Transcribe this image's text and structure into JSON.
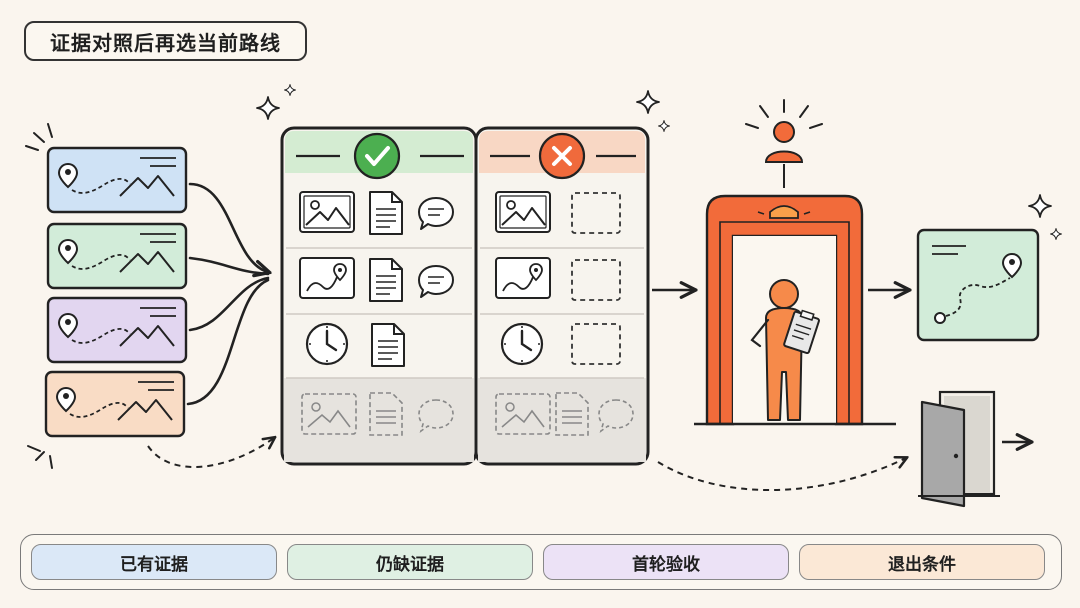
{
  "title": "证据对照后再选当前路线",
  "legend": [
    {
      "label": "已有证据",
      "color": "#dbe8f7"
    },
    {
      "label": "仍缺证据",
      "color": "#dff0e3"
    },
    {
      "label": "首轮验收",
      "color": "#ece2f6"
    },
    {
      "label": "退出条件",
      "color": "#fbe8d6"
    }
  ],
  "colors": {
    "route_blue": "#cfe2f5",
    "route_green": "#d2ecd9",
    "route_purple": "#e2d6f0",
    "route_orange": "#f9dcc5",
    "check_green": "#4caf50",
    "cross_orange": "#f06a3c",
    "gate_orange": "#f26b3a",
    "person_orange": "#f68a4a"
  },
  "icons": [
    "route-map-icon",
    "check-icon",
    "cross-icon",
    "image-icon",
    "document-icon",
    "chat-bubble-icon",
    "map-pin-icon",
    "clock-icon",
    "empty-slot-icon",
    "gate-icon",
    "alarm-light-icon",
    "person-icon",
    "inspector-icon",
    "clipboard-icon",
    "door-icon",
    "sparkle-icon",
    "arrow-icon"
  ]
}
